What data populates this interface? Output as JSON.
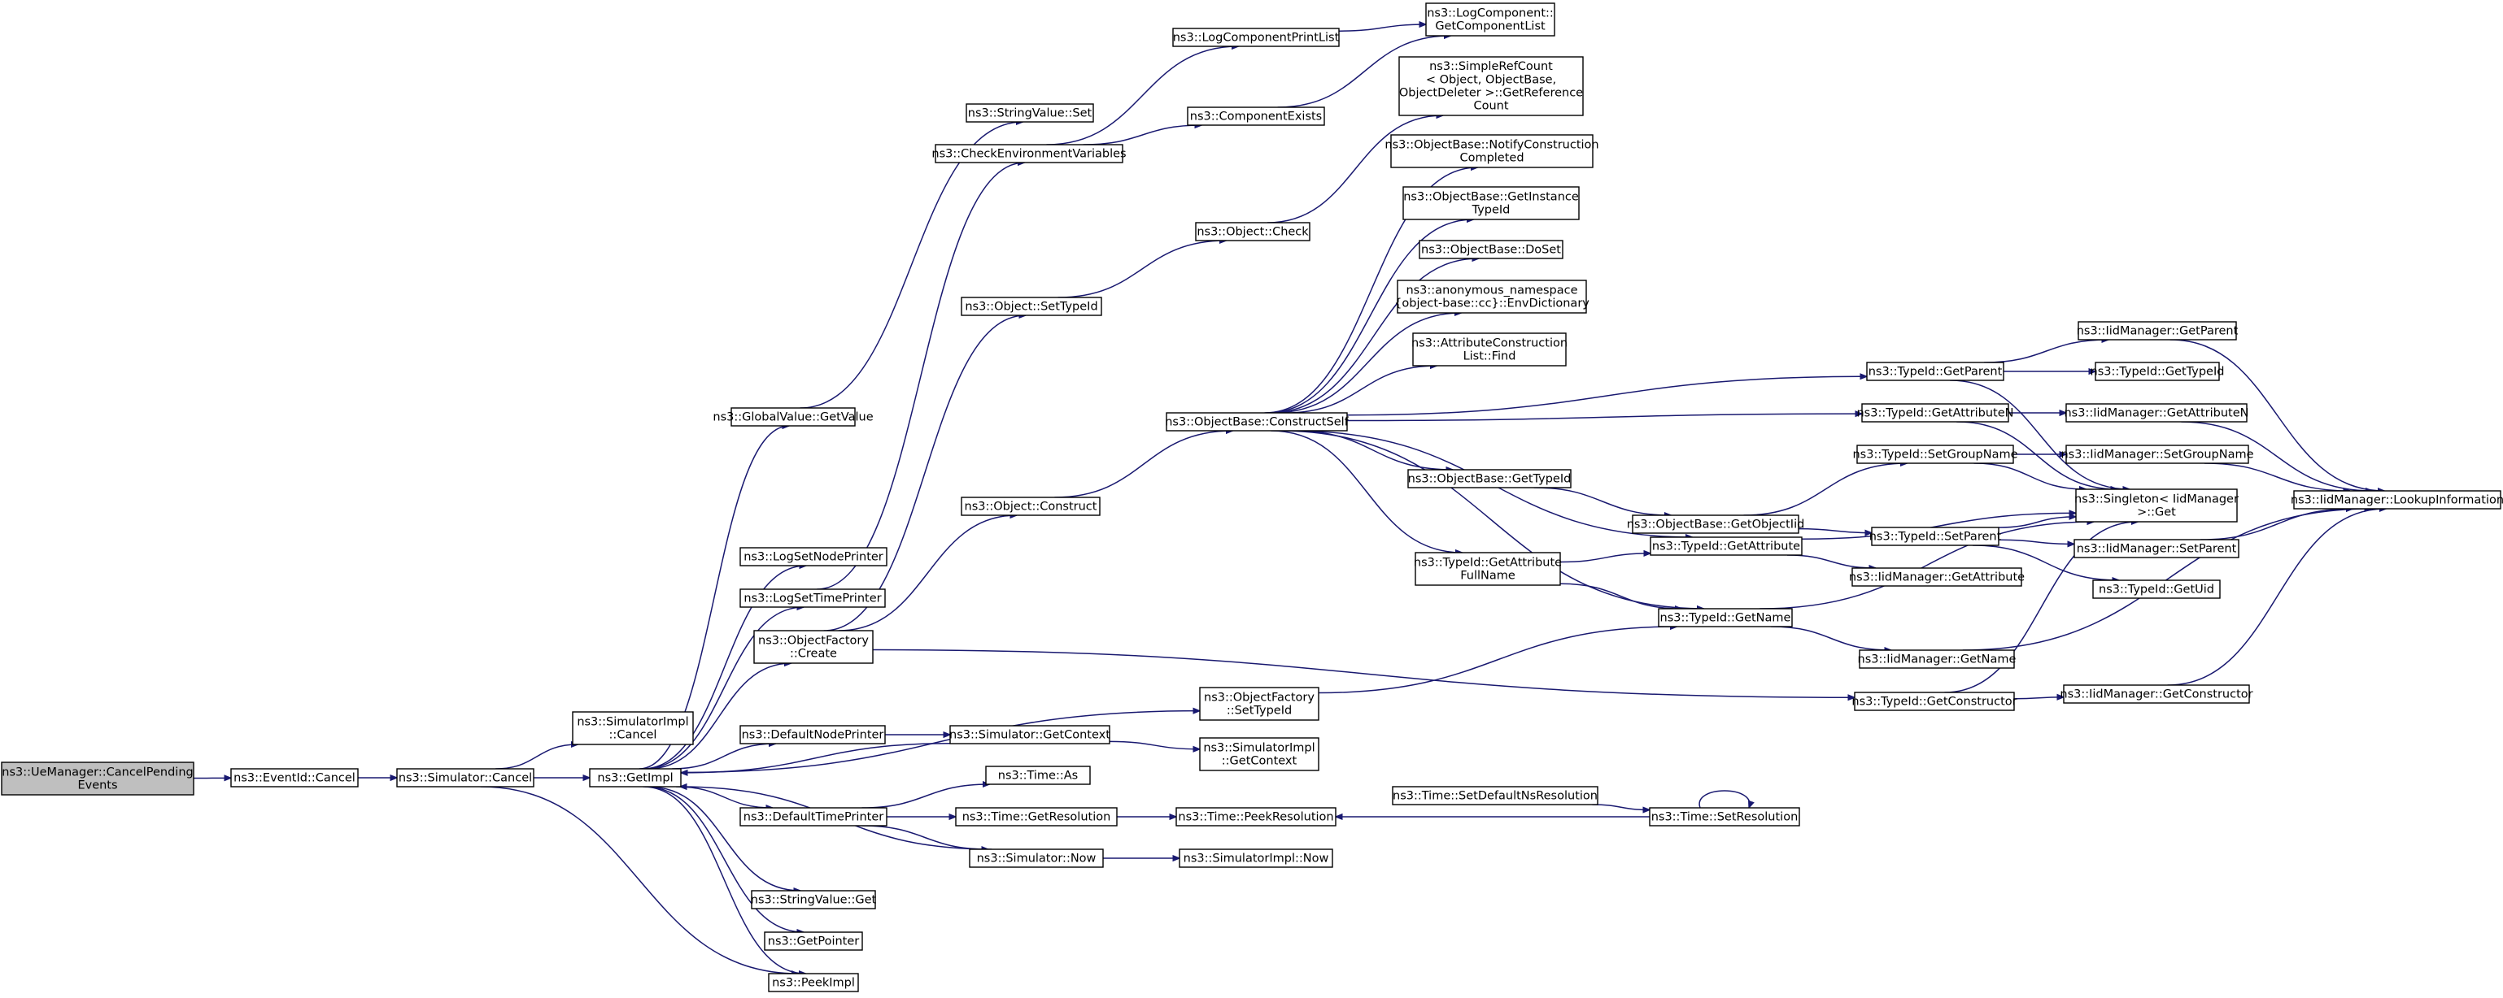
{
  "colors": {
    "edge": "#191970",
    "root_fill": "#bfbfbf",
    "node_fill": "#ffffff",
    "border": "#000000"
  },
  "nodes": [
    {
      "id": "cancelpending",
      "lines": [
        "ns3::UeManager::CancelPending",
        "Events"
      ],
      "root": true
    },
    {
      "id": "eventid",
      "lines": [
        "ns3::EventId::Cancel"
      ]
    },
    {
      "id": "simcancel",
      "lines": [
        "ns3::Simulator::Cancel"
      ]
    },
    {
      "id": "simimplcancel",
      "lines": [
        "ns3::SimulatorImpl",
        "::Cancel"
      ]
    },
    {
      "id": "getimpl",
      "lines": [
        "ns3::GetImpl"
      ]
    },
    {
      "id": "gvgetvalue",
      "lines": [
        "ns3::GlobalValue::GetValue"
      ]
    },
    {
      "id": "stringvalueset",
      "lines": [
        "ns3::StringValue::Set"
      ]
    },
    {
      "id": "logsetnode",
      "lines": [
        "ns3::LogSetNodePrinter"
      ]
    },
    {
      "id": "logsettime",
      "lines": [
        "ns3::LogSetTimePrinter"
      ]
    },
    {
      "id": "ofcreate",
      "lines": [
        "ns3::ObjectFactory",
        "::Create"
      ]
    },
    {
      "id": "defnodeprinter",
      "lines": [
        "ns3::DefaultNodePrinter"
      ]
    },
    {
      "id": "deftimeprinter",
      "lines": [
        "ns3::DefaultTimePrinter"
      ]
    },
    {
      "id": "stringvalueget",
      "lines": [
        "ns3::StringValue::Get"
      ]
    },
    {
      "id": "getpointer",
      "lines": [
        "ns3::GetPointer"
      ]
    },
    {
      "id": "peekimpl",
      "lines": [
        "ns3::PeekImpl"
      ]
    },
    {
      "id": "checkenv",
      "lines": [
        "ns3::CheckEnvironmentVariables"
      ]
    },
    {
      "id": "objsettypeid",
      "lines": [
        "ns3::Object::SetTypeId"
      ]
    },
    {
      "id": "objconstruct",
      "lines": [
        "ns3::Object::Construct"
      ]
    },
    {
      "id": "ofsettypeid",
      "lines": [
        "ns3::ObjectFactory",
        "::SetTypeId"
      ]
    },
    {
      "id": "simgetcontext",
      "lines": [
        "ns3::Simulator::GetContext"
      ]
    },
    {
      "id": "simimplgetcontext",
      "lines": [
        "ns3::SimulatorImpl",
        "::GetContext"
      ]
    },
    {
      "id": "timeas",
      "lines": [
        "ns3::Time::As"
      ]
    },
    {
      "id": "timegetres",
      "lines": [
        "ns3::Time::GetResolution"
      ]
    },
    {
      "id": "simnow",
      "lines": [
        "ns3::Simulator::Now"
      ]
    },
    {
      "id": "logcompprint",
      "lines": [
        "ns3::LogComponentPrintList"
      ]
    },
    {
      "id": "compexists",
      "lines": [
        "ns3::ComponentExists"
      ]
    },
    {
      "id": "objcheck",
      "lines": [
        "ns3::Object::Check"
      ]
    },
    {
      "id": "obconstructself",
      "lines": [
        "ns3::ObjectBase::ConstructSelf"
      ]
    },
    {
      "id": "timepeekres",
      "lines": [
        "ns3::Time::PeekResolution"
      ]
    },
    {
      "id": "simimplnow",
      "lines": [
        "ns3::SimulatorImpl::Now"
      ]
    },
    {
      "id": "logcompgetlist",
      "lines": [
        "ns3::LogComponent::",
        "GetComponentList"
      ]
    },
    {
      "id": "simplerefcount",
      "lines": [
        "ns3::SimpleRefCount",
        "< Object, ObjectBase,",
        "ObjectDeleter >::GetReference",
        "Count"
      ]
    },
    {
      "id": "obnotify",
      "lines": [
        "ns3::ObjectBase::NotifyConstruction",
        "Completed"
      ]
    },
    {
      "id": "obgetinstance",
      "lines": [
        "ns3::ObjectBase::GetInstance",
        "TypeId"
      ]
    },
    {
      "id": "obdoset",
      "lines": [
        "ns3::ObjectBase::DoSet"
      ]
    },
    {
      "id": "envdict",
      "lines": [
        "ns3::anonymous_namespace",
        "{object-base::cc}::EnvDictionary"
      ]
    },
    {
      "id": "aclfind",
      "lines": [
        "ns3::AttributeConstruction",
        "List::Find"
      ]
    },
    {
      "id": "obgettypeid",
      "lines": [
        "ns3::ObjectBase::GetTypeId"
      ]
    },
    {
      "id": "tidgetattrfull",
      "lines": [
        "ns3::TypeId::GetAttribute",
        "FullName"
      ]
    },
    {
      "id": "timesetdefault",
      "lines": [
        "ns3::Time::SetDefaultNsResolution"
      ]
    },
    {
      "id": "obgetobjectiid",
      "lines": [
        "ns3::ObjectBase::GetObjectIid"
      ]
    },
    {
      "id": "tidgetattribute",
      "lines": [
        "ns3::TypeId::GetAttribute"
      ]
    },
    {
      "id": "tidgetname",
      "lines": [
        "ns3::TypeId::GetName"
      ]
    },
    {
      "id": "timesetres",
      "lines": [
        "ns3::Time::SetResolution"
      ]
    },
    {
      "id": "tidgetparent",
      "lines": [
        "ns3::TypeId::GetParent"
      ]
    },
    {
      "id": "tidgetattrn",
      "lines": [
        "ns3::TypeId::GetAttributeN"
      ]
    },
    {
      "id": "tidsetgroup",
      "lines": [
        "ns3::TypeId::SetGroupName"
      ]
    },
    {
      "id": "tidsetparent",
      "lines": [
        "ns3::TypeId::SetParent"
      ]
    },
    {
      "id": "iidgetattr",
      "lines": [
        "ns3::IidManager::GetAttribute"
      ]
    },
    {
      "id": "iidgetname",
      "lines": [
        "ns3::IidManager::GetName"
      ]
    },
    {
      "id": "tidgetctor",
      "lines": [
        "ns3::TypeId::GetConstructor"
      ]
    },
    {
      "id": "iidgetparent",
      "lines": [
        "ns3::IidManager::GetParent"
      ]
    },
    {
      "id": "tidgettypeid",
      "lines": [
        "ns3::TypeId::GetTypeId"
      ]
    },
    {
      "id": "iidgetattrn",
      "lines": [
        "ns3::IidManager::GetAttributeN"
      ]
    },
    {
      "id": "iidsetgroup",
      "lines": [
        "ns3::IidManager::SetGroupName"
      ]
    },
    {
      "id": "singleton",
      "lines": [
        "ns3::Singleton< IidManager",
        ">::Get"
      ]
    },
    {
      "id": "iidsetparent",
      "lines": [
        "ns3::IidManager::SetParent"
      ]
    },
    {
      "id": "tidgetuid",
      "lines": [
        "ns3::TypeId::GetUid"
      ]
    },
    {
      "id": "iidgetctor",
      "lines": [
        "ns3::IidManager::GetConstructor"
      ]
    },
    {
      "id": "iidlookup",
      "lines": [
        "ns3::IidManager::LookupInformation"
      ]
    }
  ],
  "edges": [
    [
      "cancelpending",
      "eventid"
    ],
    [
      "eventid",
      "simcancel"
    ],
    [
      "simcancel",
      "simimplcancel"
    ],
    [
      "simcancel",
      "getimpl"
    ],
    [
      "simcancel",
      "peekimpl"
    ],
    [
      "getimpl",
      "gvgetvalue"
    ],
    [
      "getimpl",
      "logsetnode"
    ],
    [
      "getimpl",
      "logsettime"
    ],
    [
      "getimpl",
      "ofcreate"
    ],
    [
      "getimpl",
      "defnodeprinter"
    ],
    [
      "getimpl",
      "deftimeprinter"
    ],
    [
      "getimpl",
      "stringvalueget"
    ],
    [
      "getimpl",
      "getpointer"
    ],
    [
      "getimpl",
      "peekimpl"
    ],
    [
      "getimpl",
      "ofsettypeid"
    ],
    [
      "gvgetvalue",
      "stringvalueset"
    ],
    [
      "logsettime",
      "checkenv"
    ],
    [
      "ofcreate",
      "objsettypeid"
    ],
    [
      "ofcreate",
      "objconstruct"
    ],
    [
      "ofcreate",
      "tidgetctor"
    ],
    [
      "defnodeprinter",
      "simgetcontext"
    ],
    [
      "simgetcontext",
      "getimpl"
    ],
    [
      "simgetcontext",
      "simimplgetcontext"
    ],
    [
      "deftimeprinter",
      "timeas"
    ],
    [
      "deftimeprinter",
      "timegetres"
    ],
    [
      "deftimeprinter",
      "simnow"
    ],
    [
      "simnow",
      "getimpl"
    ],
    [
      "simnow",
      "simimplnow"
    ],
    [
      "checkenv",
      "logcompprint"
    ],
    [
      "checkenv",
      "compexists"
    ],
    [
      "logcompprint",
      "logcompgetlist"
    ],
    [
      "compexists",
      "logcompgetlist"
    ],
    [
      "objsettypeid",
      "objcheck"
    ],
    [
      "objcheck",
      "simplerefcount"
    ],
    [
      "objconstruct",
      "obconstructself"
    ],
    [
      "ofsettypeid",
      "tidgetname"
    ],
    [
      "timegetres",
      "timepeekres"
    ],
    [
      "timesetdefault",
      "timesetres"
    ],
    [
      "timesetres",
      "timepeekres"
    ],
    [
      "timesetres",
      "timesetres"
    ],
    [
      "obconstructself",
      "obnotify"
    ],
    [
      "obconstructself",
      "obgetinstance"
    ],
    [
      "obconstructself",
      "obdoset"
    ],
    [
      "obconstructself",
      "envdict"
    ],
    [
      "obconstructself",
      "aclfind"
    ],
    [
      "obconstructself",
      "obgettypeid"
    ],
    [
      "obconstructself",
      "tidgetattrfull"
    ],
    [
      "obconstructself",
      "tidgetattribute"
    ],
    [
      "obconstructself",
      "tidgetname"
    ],
    [
      "obconstructself",
      "tidgetparent"
    ],
    [
      "obconstructself",
      "tidgetattrn"
    ],
    [
      "obgettypeid",
      "obgetobjectiid"
    ],
    [
      "obgetobjectiid",
      "tidsetgroup"
    ],
    [
      "obgetobjectiid",
      "tidsetparent"
    ],
    [
      "tidgetattrfull",
      "tidgetattribute"
    ],
    [
      "tidgetattrfull",
      "tidgetname"
    ],
    [
      "tidgetattribute",
      "iidgetattr"
    ],
    [
      "tidgetattribute",
      "singleton"
    ],
    [
      "tidgetname",
      "iidgetname"
    ],
    [
      "tidgetname",
      "singleton"
    ],
    [
      "tidgetparent",
      "iidgetparent"
    ],
    [
      "tidgetparent",
      "tidgettypeid"
    ],
    [
      "tidgetparent",
      "singleton"
    ],
    [
      "tidgetattrn",
      "iidgetattrn"
    ],
    [
      "tidgetattrn",
      "singleton"
    ],
    [
      "tidsetgroup",
      "iidsetgroup"
    ],
    [
      "tidsetgroup",
      "singleton"
    ],
    [
      "tidsetparent",
      "iidsetparent"
    ],
    [
      "tidsetparent",
      "tidgetuid"
    ],
    [
      "tidsetparent",
      "singleton"
    ],
    [
      "tidgetctor",
      "iidgetctor"
    ],
    [
      "tidgetctor",
      "singleton"
    ],
    [
      "iidgetparent",
      "iidlookup"
    ],
    [
      "iidgetattrn",
      "iidlookup"
    ],
    [
      "iidsetgroup",
      "iidlookup"
    ],
    [
      "iidsetparent",
      "iidlookup"
    ],
    [
      "iidgetname",
      "iidlookup"
    ],
    [
      "iidgetctor",
      "iidlookup"
    ]
  ]
}
